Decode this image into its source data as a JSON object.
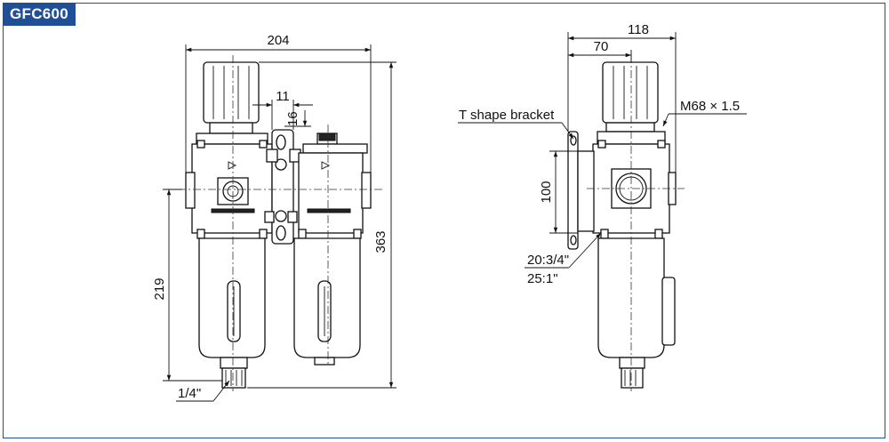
{
  "header": {
    "model": "GFC600"
  },
  "front_view": {
    "overall_width": "204",
    "gap_width": "11",
    "gap_height": "16",
    "overall_height": "363",
    "bowl_height": "219",
    "drain_port": "1/4\""
  },
  "side_view": {
    "overall_width": "118",
    "half_width": "70",
    "bracket_label": "T shape bracket",
    "bracket_height": "100",
    "ring_thread": "M68 × 1.5",
    "port_size_a": "20:3/4\"",
    "port_size_b": "25:1\""
  },
  "colors": {
    "accent": "#1f4f96",
    "line": "#111111"
  }
}
